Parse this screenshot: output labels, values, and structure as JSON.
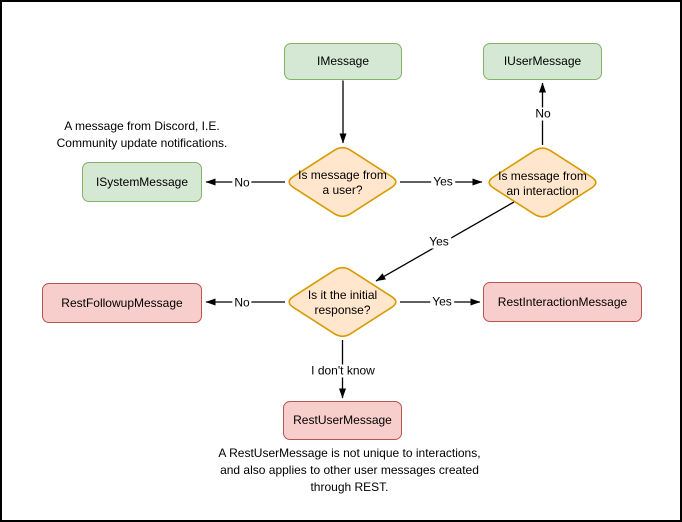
{
  "colors": {
    "background": "#ffffff",
    "canvas_border": "#000000",
    "text": "#000000",
    "edge": "#000000",
    "green_fill": "#d5e8d4",
    "green_stroke": "#82b366",
    "orange_fill": "#ffe6cc",
    "orange_stroke": "#d79b00",
    "red_fill": "#f8cecc",
    "red_stroke": "#b85450"
  },
  "nodes": {
    "imessage": "IMessage",
    "iusermessage": "IUserMessage",
    "isystemmessage": "ISystemMessage",
    "restfollowupmessage": "RestFollowupMessage",
    "restinteractionmessage": "RestInteractionMessage",
    "restusermessage": "RestUserMessage",
    "decision_is_user": "Is message from\na user?",
    "decision_is_interaction": "Is message from\nan interaction",
    "decision_is_initial": "Is it the initial\nresponse?"
  },
  "edge_labels": {
    "user_no": "No",
    "user_yes": "Yes",
    "interaction_no": "No",
    "interaction_yes": "Yes",
    "initial_no": "No",
    "initial_yes": "Yes",
    "initial_unknown": "I don't know"
  },
  "notes": {
    "system_message_note": "A message from Discord, I.E.\nCommunity update notifications.",
    "rest_user_message_note": "A RestUserMessage is not unique to interactions,\nand also applies to other user messages created\nthrough REST."
  }
}
